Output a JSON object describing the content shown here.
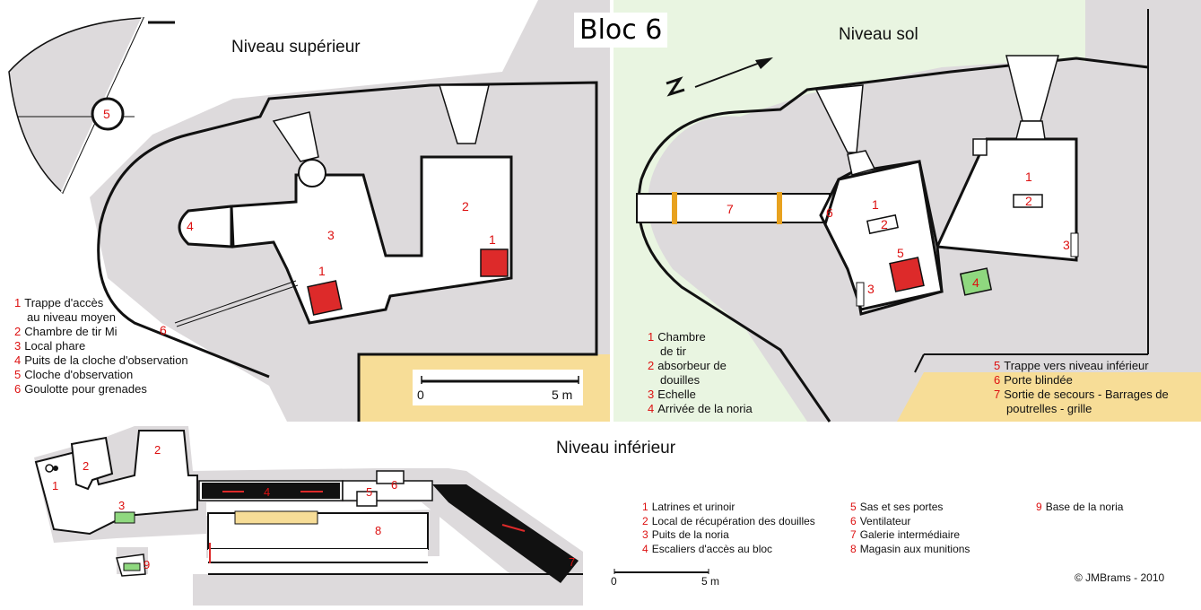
{
  "title": "Bloc 6",
  "panels": {
    "upper": {
      "title": "Niveau supérieur"
    },
    "ground": {
      "title": "Niveau sol"
    },
    "lower": {
      "title": "Niveau inférieur"
    }
  },
  "legend_upper": [
    {
      "num": "1",
      "text": "Trappe d'accès"
    },
    {
      "num": "",
      "text": "au niveau moyen"
    },
    {
      "num": "2",
      "text": "Chambre de tir Mi"
    },
    {
      "num": "3",
      "text": "Local phare"
    },
    {
      "num": "4",
      "text": "Puits de la cloche d'observation"
    },
    {
      "num": "5",
      "text": "Cloche d'observation"
    },
    {
      "num": "6",
      "text": "Goulotte pour grenades"
    }
  ],
  "legend_ground_left": [
    {
      "num": "1",
      "text": "Chambre"
    },
    {
      "num": "",
      "text": "de tir"
    },
    {
      "num": "2",
      "text": "absorbeur de"
    },
    {
      "num": "",
      "text": "douilles"
    },
    {
      "num": "3",
      "text": "Echelle"
    },
    {
      "num": "4",
      "text": "Arrivée de la noria"
    }
  ],
  "legend_ground_right": [
    {
      "num": "5",
      "text": "Trappe vers niveau inférieur"
    },
    {
      "num": "6",
      "text": "Porte blindée"
    },
    {
      "num": "7",
      "text": "Sortie de secours - Barrages de"
    },
    {
      "num": "",
      "text": "poutrelles - grille"
    }
  ],
  "legend_lower_1": [
    {
      "num": "1",
      "text": "Latrines et urinoir"
    },
    {
      "num": "2",
      "text": "Local de récupération des douilles"
    },
    {
      "num": "3",
      "text": "Puits de la noria"
    },
    {
      "num": "4",
      "text": "Escaliers d'accès au bloc"
    }
  ],
  "legend_lower_2": [
    {
      "num": "5",
      "text": "Sas et ses portes"
    },
    {
      "num": "6",
      "text": "Ventilateur"
    },
    {
      "num": "7",
      "text": "Galerie intermédiaire"
    },
    {
      "num": "8",
      "text": "Magasin aux munitions"
    }
  ],
  "legend_lower_3": [
    {
      "num": "9",
      "text": "Base de la noria"
    }
  ],
  "scale": {
    "zero": "0",
    "five": "5 m"
  },
  "copyright": "©  JMBrams - 2010",
  "labels": {
    "n1": "1",
    "n2": "2",
    "n3": "3",
    "n4": "4",
    "n5": "5",
    "n6": "6",
    "n7": "7",
    "n8": "8",
    "n9": "9"
  },
  "colors": {
    "background_grey": "#dddadc",
    "ground_green": "#e9f5e1",
    "sand": "#f7dd97",
    "trap_red": "#dd2a2a",
    "noria_green": "#8fd87f",
    "door_orange": "#e8a21f",
    "label_red": "#d11111"
  }
}
